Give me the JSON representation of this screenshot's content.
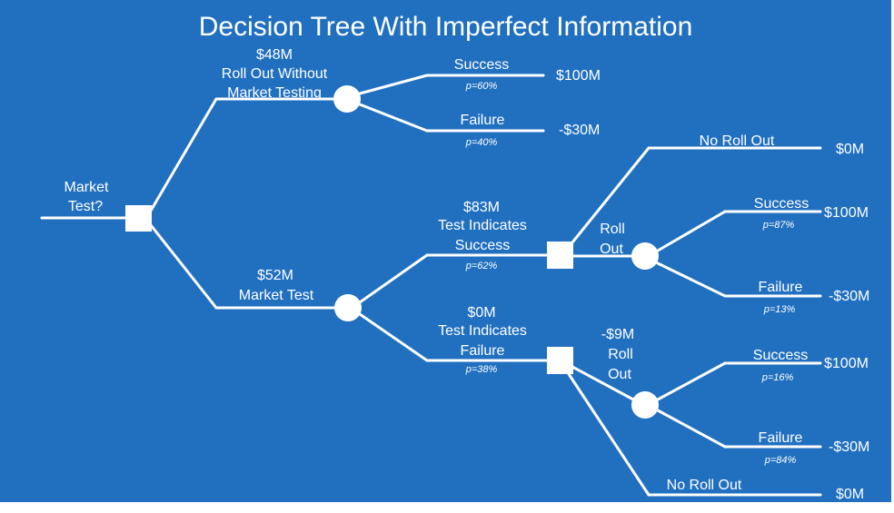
{
  "title": "Decision Tree With Imperfect Information",
  "root": {
    "label_line1": "Market",
    "label_line2": "Test?"
  },
  "no_test": {
    "value": "$48M",
    "label_line1": "Roll Out Without",
    "label_line2": "Market Testing",
    "success": {
      "label": "Success",
      "prob": "p=60%",
      "payoff": "$100M"
    },
    "failure": {
      "label": "Failure",
      "prob": "p=40%",
      "payoff": "-$30M"
    }
  },
  "test": {
    "value": "$52M",
    "label": "Market Test",
    "positive": {
      "value": "$83M",
      "label_line1": "Test Indicates",
      "label_line2": "Success",
      "prob": "p=62%",
      "no_roll": {
        "label": "No Roll Out",
        "payoff": "$0M"
      },
      "roll": {
        "label_line1": "Roll",
        "label_line2": "Out",
        "success": {
          "label": "Success",
          "prob": "p=87%",
          "payoff": "$100M"
        },
        "failure": {
          "label": "Failure",
          "prob": "p=13%",
          "payoff": "-$30M"
        }
      }
    },
    "negative": {
      "value": "$0M",
      "label_line1": "Test Indicates",
      "label_line2": "Failure",
      "prob": "p=38%",
      "roll": {
        "value": "-$9M",
        "label_line1": "Roll",
        "label_line2": "Out",
        "success": {
          "label": "Success",
          "prob": "p=16%",
          "payoff": "$100M"
        },
        "failure": {
          "label": "Failure",
          "prob": "p=84%",
          "payoff": "-$30M"
        }
      },
      "no_roll": {
        "label": "No Roll Out",
        "payoff": "$0M"
      }
    }
  }
}
